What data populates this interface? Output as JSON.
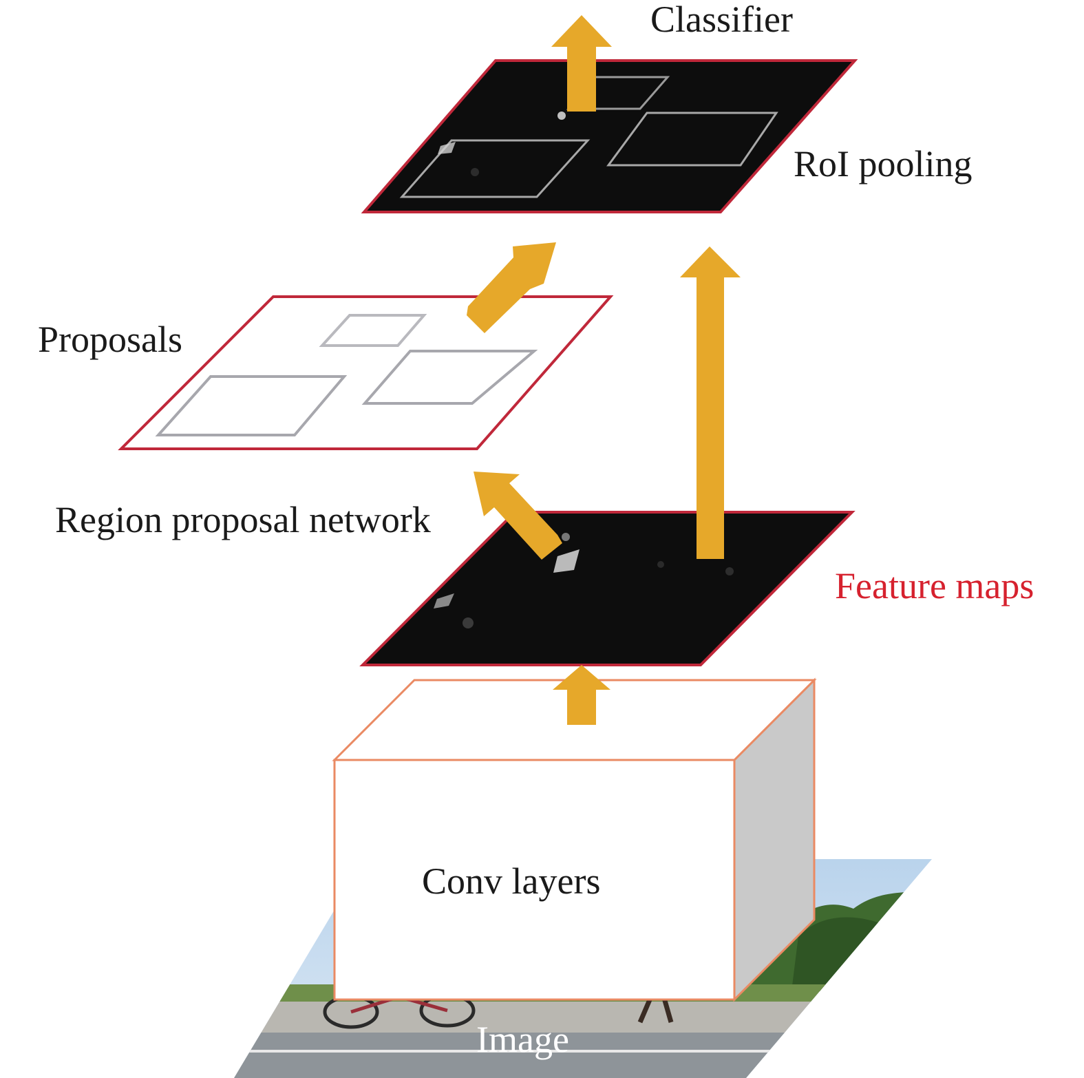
{
  "labels": {
    "classifier": "Classifier",
    "roi_pooling": "RoI pooling",
    "proposals": "Proposals",
    "region_proposal_network": "Region proposal network",
    "feature_maps": "Feature maps",
    "conv_layers": "Conv layers",
    "image": "Image"
  },
  "colors": {
    "arrow": "#e6a82a",
    "plane_border": "#c0283a",
    "feature_map_fill": "#0d0d0d",
    "conv_box_border": "#ea8a63",
    "conv_box_side": "#c9c9c9",
    "feature_maps_label": "#d6212e",
    "proposal_box": "#a7a7ad"
  }
}
